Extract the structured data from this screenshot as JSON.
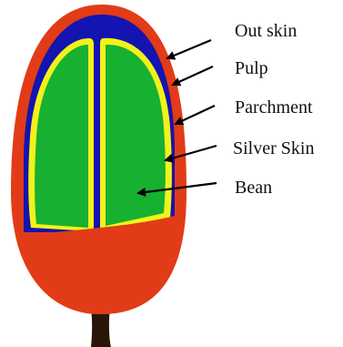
{
  "labels": {
    "out_skin": "Out skin",
    "pulp": "Pulp",
    "parchment": "Parchment",
    "silver_skin": "Silver Skin",
    "bean": "Bean"
  },
  "colors": {
    "out_skin": "#E23B17",
    "pulp": "#1414B0",
    "parchment": "#F2F21A",
    "silver_skin": "#1414B0",
    "bean": "#18B030",
    "stem": "#2A1608",
    "arrow": "#000000"
  }
}
